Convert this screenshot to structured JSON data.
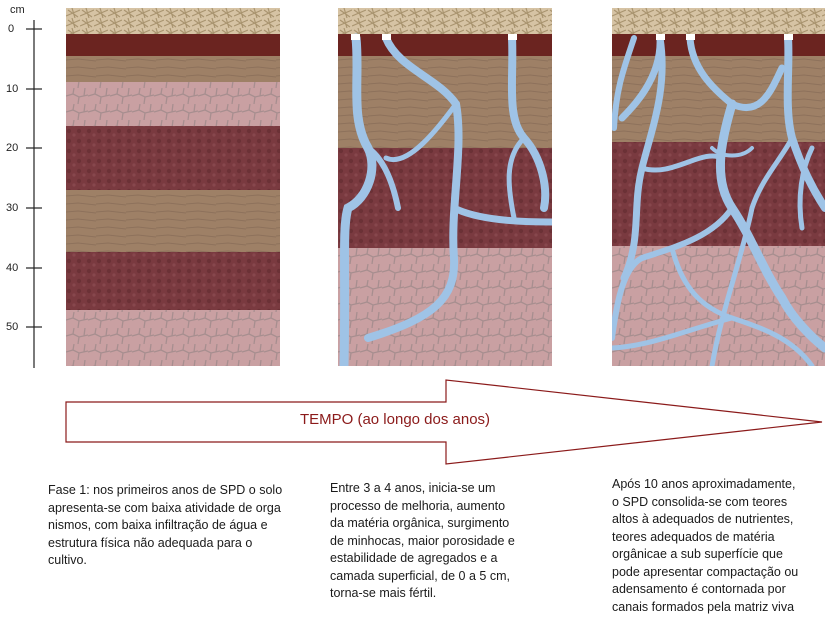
{
  "axis": {
    "unit": "cm",
    "ticks": [
      "0",
      "10",
      "20",
      "30",
      "40",
      "50"
    ]
  },
  "arrow": {
    "label": "TEMPO (ao longo dos anos)",
    "color": "#8b1a1a"
  },
  "captions": [
    "Fase 1: nos primeiros anos de SPD o solo\napresenta-se com baixa atividade de orga\nnismos, com baixa infiltração de água e\nestrutura física não adequada para o\ncultivo.",
    "Entre 3 a 4 anos, inicia-se um\nprocesso de melhoria, aumento\nda matéria orgânica, surgimento\nde minhocas, maior porosidade e\nestabilidade de agregados e a\ncamada superficial, de 0 a 5 cm,\ntorna-se mais fértil.",
    "Após 10 anos aproximadamente,\no SPD consolida-se com teores\naltos à adequados de nutrientes,\nteores adequados de matéria\norgânicae a sub superfície que\npode apresentar compactação ou\nadensamento é contornada por\ncanais formados pela matriz viva"
  ],
  "colors": {
    "straw": "#d6c3a4",
    "topsoil": "#6b2420",
    "tan": "#9e8066",
    "pink": "#c9a0a2",
    "maroon": "#7a3a40",
    "channel": "#9fc3e6"
  }
}
